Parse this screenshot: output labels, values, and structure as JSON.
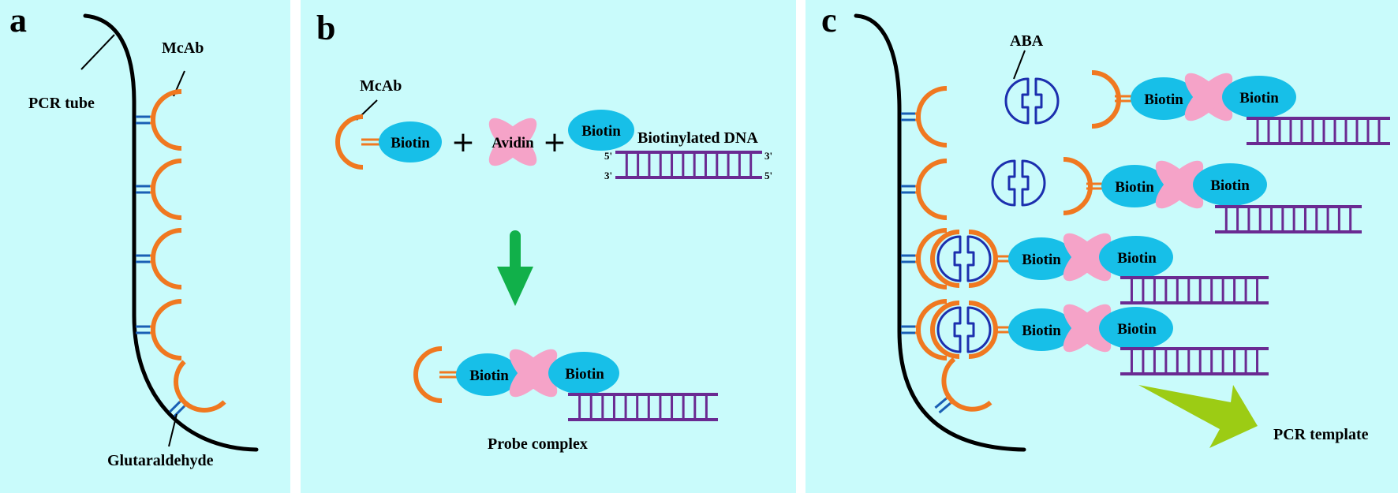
{
  "colors": {
    "panel_bg": "#c9fbfb",
    "separator": "#ffffff",
    "antibody": "#f07820",
    "biotin": "#17bfe8",
    "avidin": "#f5a3c8",
    "dna": "#6a2a92",
    "aba": "#1c2fae",
    "down_arrow": "#11b04a",
    "template_arrow": "#9ccc14",
    "linker": "#1a5fb4",
    "outline": "#000000"
  },
  "panel_a": {
    "letter": "a",
    "mcab_label": "McAb",
    "tube_label": "PCR tube",
    "glutaraldehyde_label": "Glutaraldehyde"
  },
  "panel_b": {
    "letter": "b",
    "mcab_label": "McAb",
    "biotin": "Biotin",
    "plus": "+",
    "avidin": "Avidin",
    "biotinylated_dna_label": "Biotinylated DNA",
    "five_prime": "5'",
    "three_prime": "3'",
    "probe_complex_label": "Probe complex"
  },
  "panel_c": {
    "letter": "c",
    "aba_label": "ABA",
    "biotin": "Biotin",
    "pcr_template_label": "PCR template"
  }
}
